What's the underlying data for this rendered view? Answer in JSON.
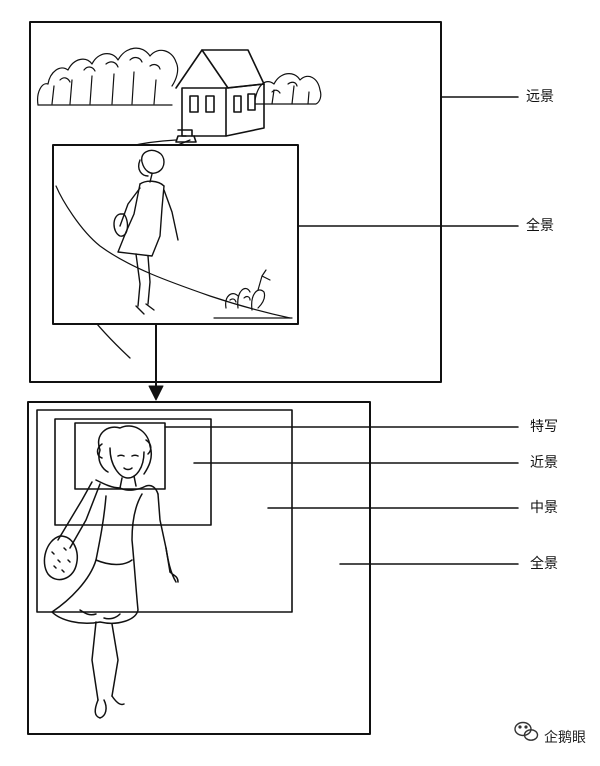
{
  "labels": {
    "top_far": "远景",
    "top_full": "全景",
    "bottom_closeup": "特写",
    "bottom_near": "近景",
    "bottom_medium": "中景",
    "bottom_full": "全景"
  },
  "watermark": {
    "text": "企鹅眼",
    "icon": "wechat-icon"
  },
  "colors": {
    "ink": "#111111",
    "paper": "#ffffff"
  }
}
